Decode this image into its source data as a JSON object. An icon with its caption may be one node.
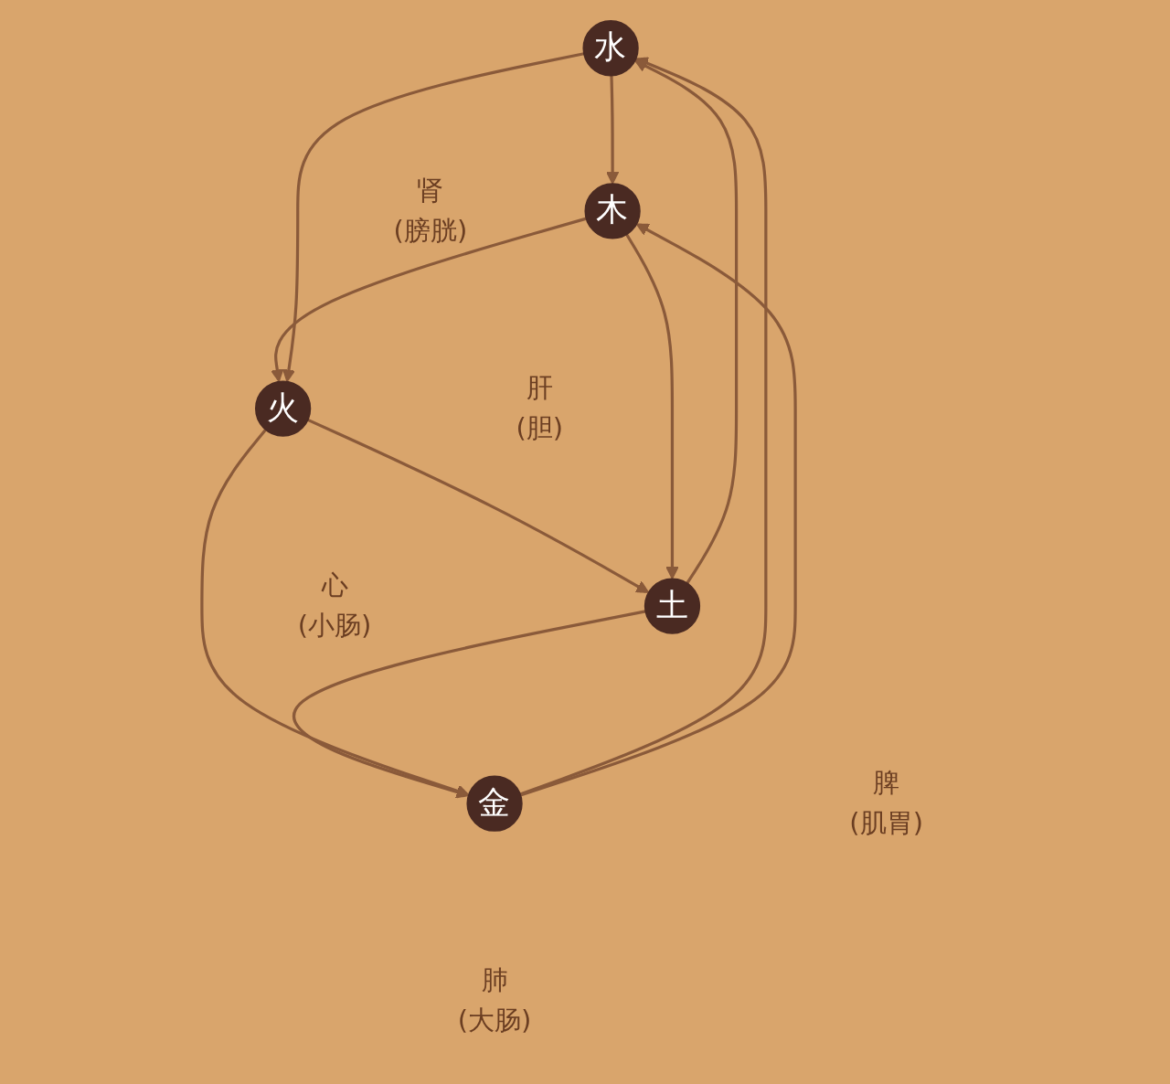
{
  "diagram": {
    "nodes": [
      {
        "text": [
          "水"
        ],
        "beside": [
          "肾",
          "(膀胱)"
        ]
      },
      {
        "text": [
          "木"
        ],
        "beside": [
          "肝",
          "(胆)"
        ]
      },
      {
        "text": [
          "火"
        ],
        "beside": [
          "心",
          "(小肠)"
        ]
      },
      {
        "text": [
          "土"
        ],
        "beside": [
          "脾",
          "(肌胃)"
        ]
      },
      {
        "text": [
          "金"
        ],
        "beside": [
          "肺",
          "(大肠)"
        ]
      }
    ],
    "edges": [
      {
        "from": 0,
        "to": 1,
        "arrow": "to"
      },
      {
        "from": 1,
        "to": 2,
        "arrow": "to"
      },
      {
        "from": 2,
        "to": 3,
        "arrow": "to"
      },
      {
        "from": 3,
        "to": 4,
        "arrow": "to"
      },
      {
        "from": 4,
        "to": 0,
        "arrow": "to"
      },
      {
        "from": 4,
        "to": 1,
        "arrow": "to"
      },
      {
        "from": 0,
        "to": 2,
        "arrow": "to"
      },
      {
        "from": 1,
        "to": 3,
        "arrow": "to"
      },
      {
        "from": 2,
        "to": 4,
        "arrow": "to"
      },
      {
        "from": 3,
        "to": 0,
        "arrow": "to"
      }
    ]
  }
}
